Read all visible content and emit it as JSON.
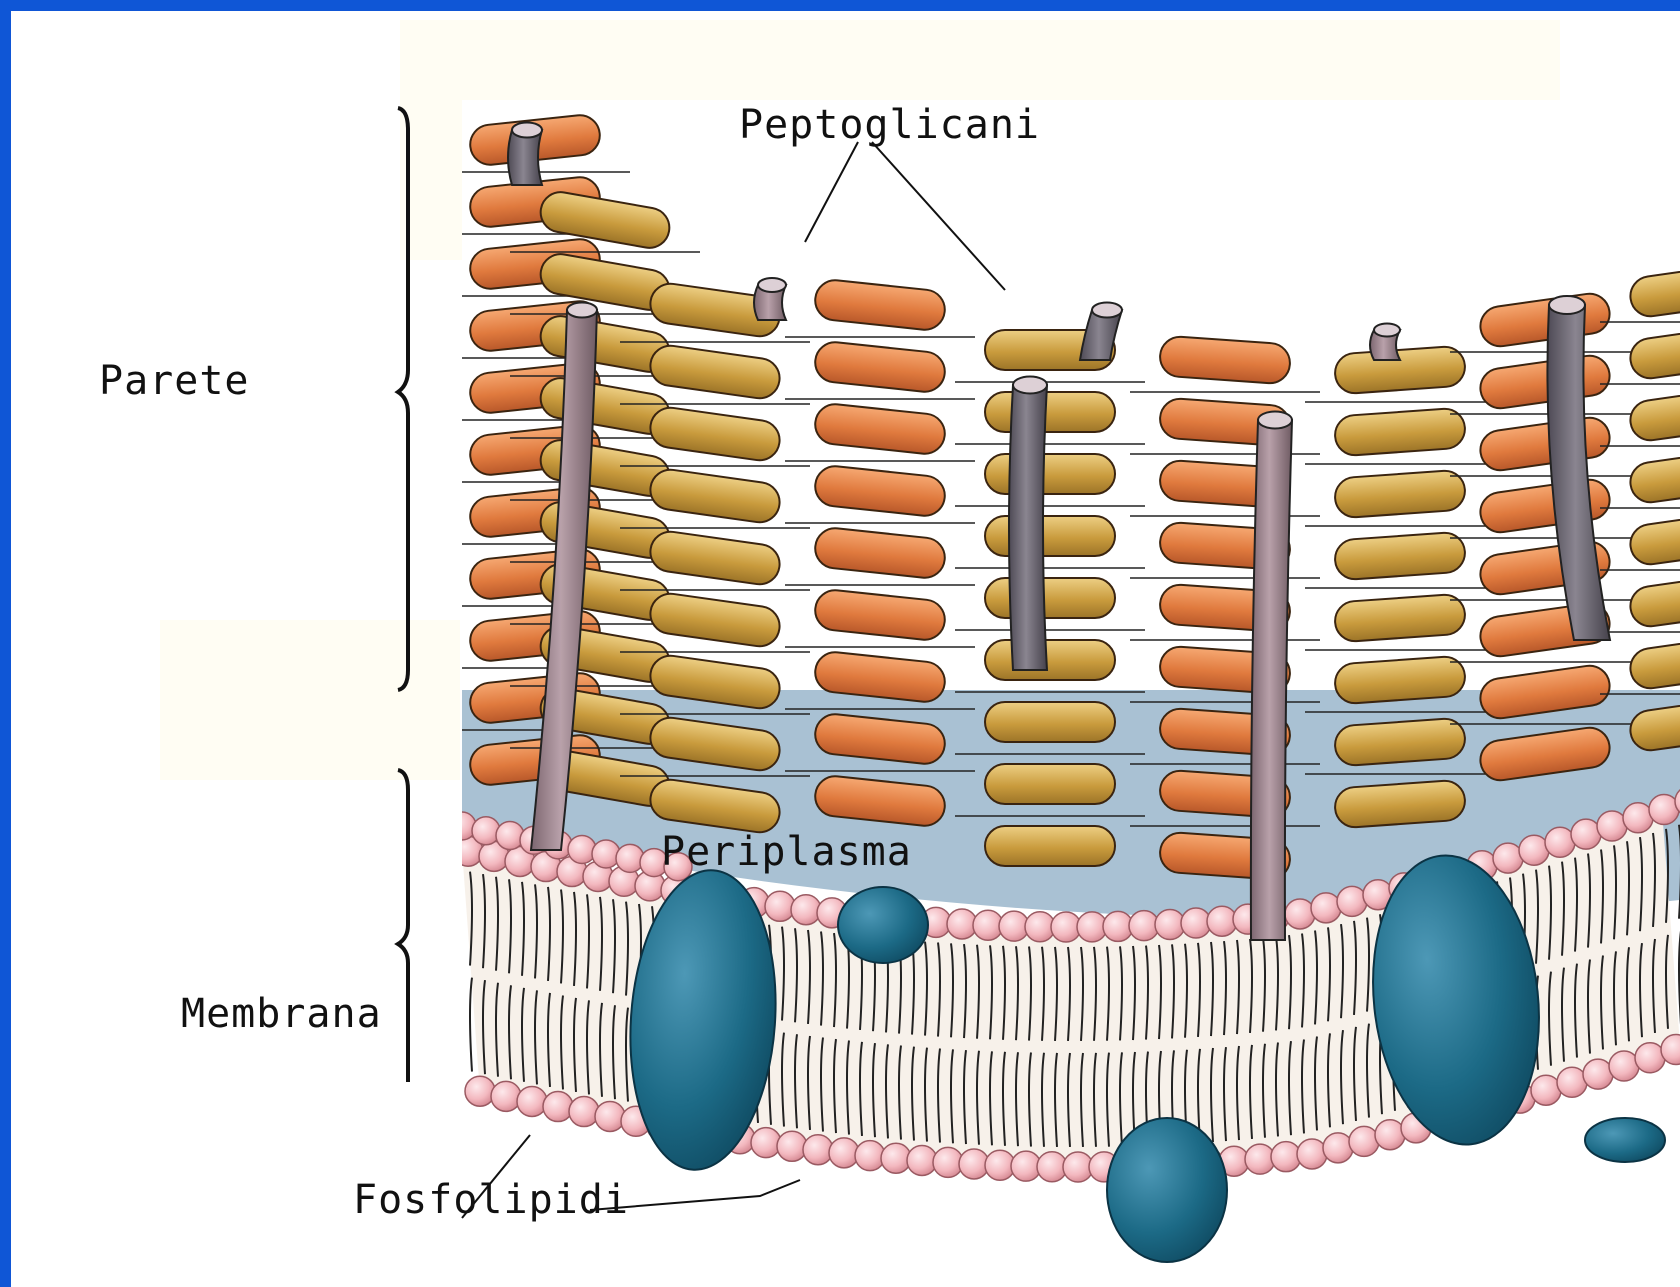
{
  "labels": {
    "peptoglicani": "Peptoglicani",
    "parete": "Parete",
    "periplasma": "Periplasma",
    "membrana": "Membrana",
    "fosfolipidi": "Fosfolipidi"
  },
  "colors": {
    "frame": "#0f56d6",
    "background": "#ffffff",
    "glycan_orange": "#e07a3e",
    "glycan_tan": "#c99b3d",
    "periplasm": "#a9c1d3",
    "phospholipid_head": "#f3b8bf",
    "membrane_protein": "#1c6a86",
    "teichoic_rod_purple": "#9e8790",
    "teichoic_rod_gray": "#6b6670"
  }
}
